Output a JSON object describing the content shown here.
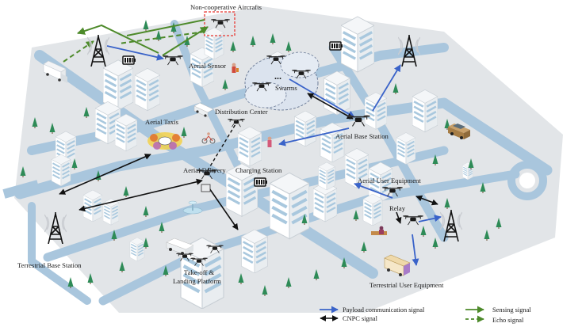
{
  "labels": {
    "non_cooperative": "Non-cooperative Aircrafts",
    "aerial_sensor": "Aerial Sensor",
    "swarms": "Swarms",
    "distribution_center": "Distribution Center",
    "aerial_taxis": "Aerial Taxis",
    "aerial_base_station": "Aerial Base Station",
    "aerial_delivery": "Aerial Delivery",
    "charging_station": "Charging Station",
    "aerial_user_equipment": "Aerial User Equipment",
    "relay": "Relay",
    "terrestrial_base_station": "Terrestrial Base Station",
    "takeoff_line1": "Take-off &",
    "takeoff_line2": "Landing Platform",
    "terrestrial_user_equipment": "Terrestrial User Equipment",
    "swarm_ellipsis": "..."
  },
  "legend": {
    "payload": "Payload communication signal",
    "cnpc": "CNPC signal",
    "sensing": "Sensing signal",
    "echo": "Echo signal"
  },
  "colors": {
    "payload": "#3a63c9",
    "cnpc": "#111111",
    "sensing": "#4d8a2a",
    "echo": "#4d8a2a",
    "ground": "#dfe3e6",
    "road": "#a9c6dd",
    "building": "#ffffff",
    "window": "#a9c8de",
    "tree": "#2e8b57",
    "noncoop_box": "#e8352f"
  },
  "icons": [
    "drone-icon",
    "tower-icon",
    "battery-icon",
    "truck-icon",
    "car-icon",
    "tree-icon",
    "building-icon"
  ]
}
